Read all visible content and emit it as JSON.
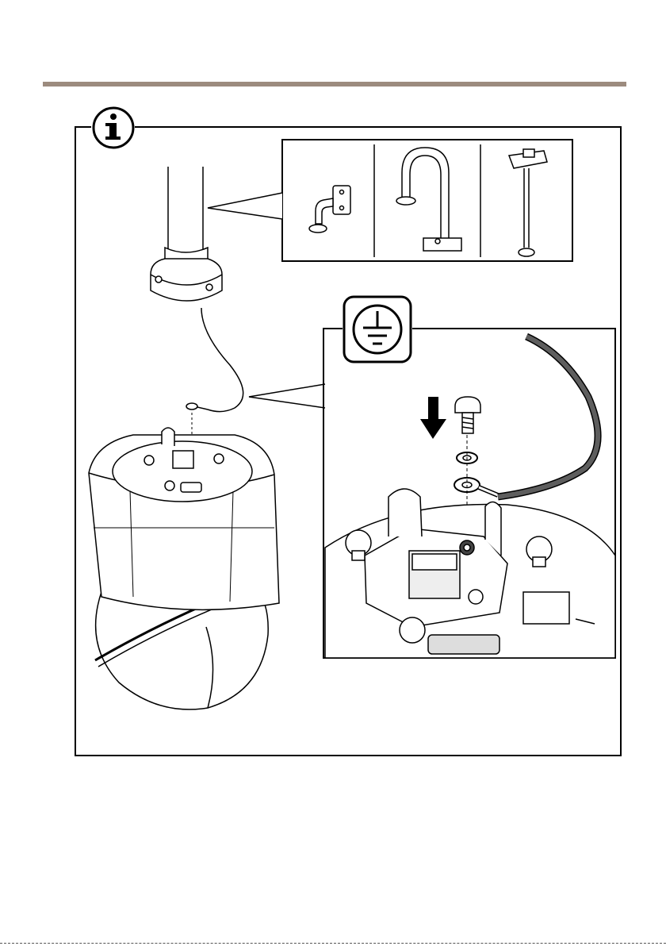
{
  "page": {
    "accent_color": "#9c8b7e",
    "frame_color": "#000000",
    "icons": {
      "info": "info-icon",
      "ground": "ground-icon",
      "install_arrow": "down-arrow-icon"
    },
    "mount_options": [
      "wall-mount-bracket",
      "parapet-mount-bracket",
      "pendant-pole-mount"
    ],
    "components": [
      "pendant-pipe",
      "mount-base",
      "ground-cable",
      "ptz-camera",
      "screw",
      "washer",
      "ring-terminal"
    ]
  }
}
